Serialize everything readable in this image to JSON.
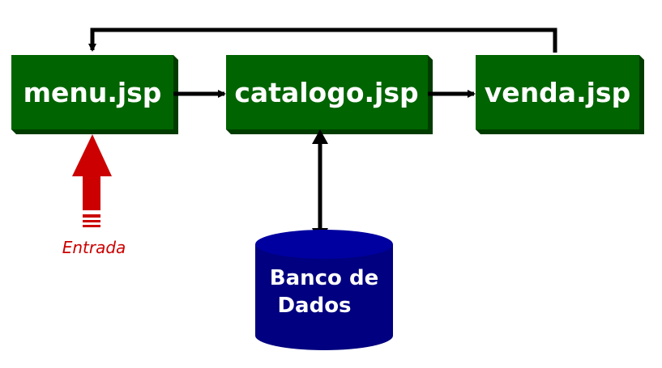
{
  "colors": {
    "box_fill": "#006400",
    "box_shade": "#003c00",
    "db_fill": "#000080",
    "db_top": "#0000a0",
    "arrow": "#000000",
    "entry_arrow": "#cc0000"
  },
  "nodes": {
    "menu": {
      "label": "menu.jsp"
    },
    "catalogo": {
      "label": "catalogo.jsp"
    },
    "venda": {
      "label": "venda.jsp"
    }
  },
  "database": {
    "line1": "Banco de",
    "line2": "Dados"
  },
  "entry": {
    "label": "Entrada"
  }
}
